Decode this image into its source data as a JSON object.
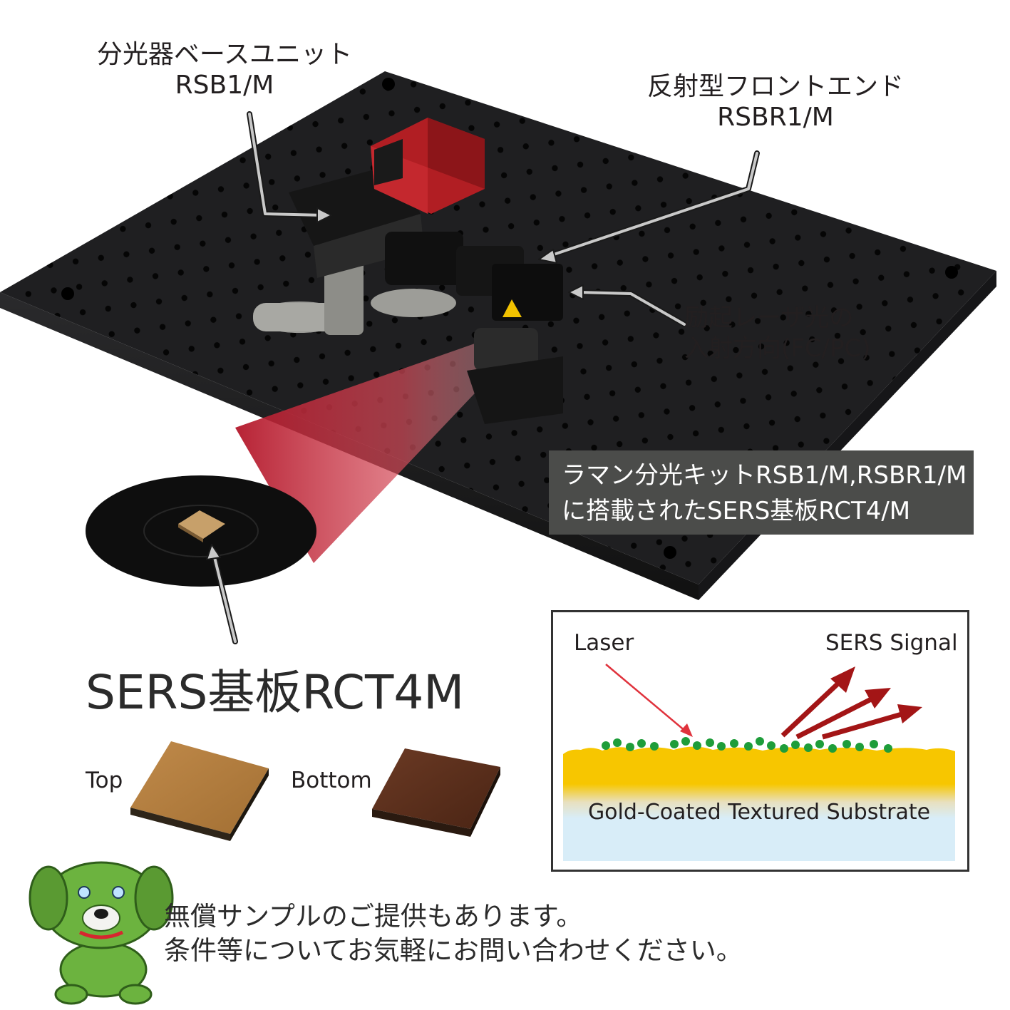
{
  "labels": {
    "spectrometer_base_jp": "分光器ベースユニット",
    "spectrometer_base_pn": "RSB1/M",
    "frontend_jp": "反射型フロントエンド",
    "frontend_pn": "RSBR1/M",
    "laser_line1": "励起レーザ光の",
    "laser_line2": "入射方向(FC/PC)"
  },
  "callout": {
    "line1": "ラマン分光キットRSB1/M,RSBR1/M",
    "line2": "に搭載されたSERS基板RCT4/M"
  },
  "substrate": {
    "title": "SERS基板RCT4M",
    "top_label": "Top",
    "bottom_label": "Bottom"
  },
  "diagram": {
    "laser_label": "Laser",
    "signal_label": "SERS Signal",
    "substrate_label": "Gold-Coated Textured Substrate"
  },
  "note": {
    "line1": "無償サンプルのご提供もあります。",
    "line2": "条件等についてお気軽にお問い合わせください。"
  },
  "colors": {
    "board": "#1f1f21",
    "laser_beam": "#b3172a",
    "camera": "#b11e23",
    "gold": "#f7c600",
    "particles": "#1e9d3a",
    "arrows": "#a31516",
    "substrate_blue": "#d8edf8",
    "callout_bg": "#4b4c4a",
    "mascot_green": "#6cb33f"
  }
}
